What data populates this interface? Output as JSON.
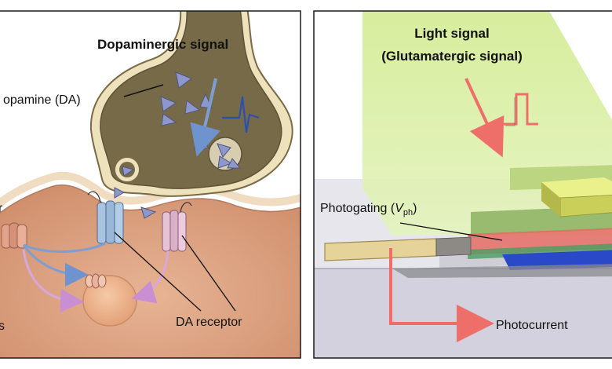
{
  "left_panel": {
    "title": "Dopaminergic signal",
    "dopamine_label": "opamine (DA)",
    "receptor_label": "DA receptor",
    "cut_label_top": "r",
    "cut_label_bottom": "s"
  },
  "right_panel": {
    "title_line1": "Light signal",
    "title_line2": "(Glutamatergic signal)",
    "photogating_text": "Photogating (",
    "photogating_var": "V",
    "photogating_sub": "ph",
    "photogating_close": ")",
    "photocurrent_label": "Photocurrent"
  },
  "colors": {
    "frame": "#1a1a1a",
    "terminal_fill": "#7a6a45",
    "terminal_rim": "#ece0b8",
    "cell_body": "#dca07f",
    "vesicle_triangle": "#8e97cc",
    "blue_arrow": "#7d9ed3",
    "pink_arrow": "#d7a7dd",
    "light_beam": "#d6ec9b",
    "red_arrow": "#ee6f6a",
    "electrode": "#e6d39a"
  }
}
